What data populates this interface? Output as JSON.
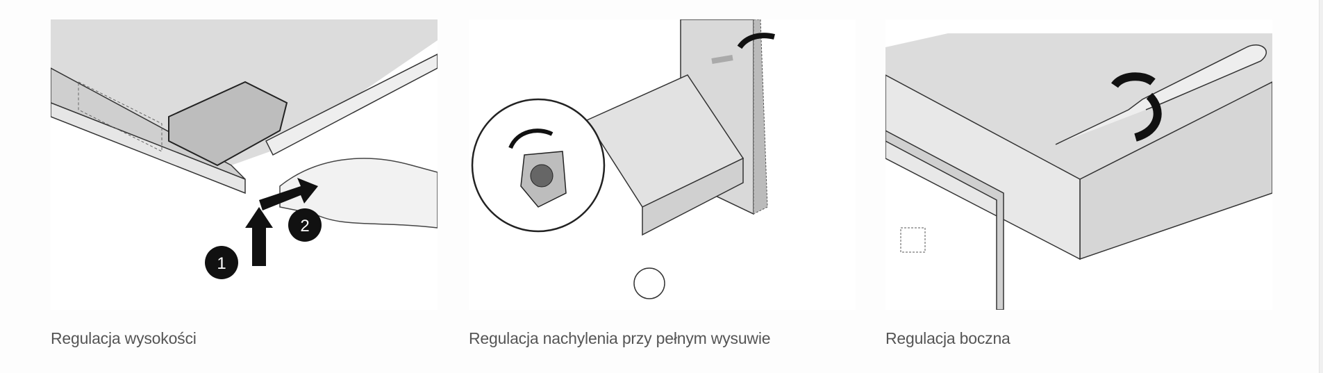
{
  "items": [
    {
      "caption": "Regulacja wysokości",
      "steps": [
        "1",
        "2"
      ]
    },
    {
      "caption": "Regulacja nachylenia przy pełnym wysuwie"
    },
    {
      "caption": "Regulacja boczna"
    }
  ]
}
